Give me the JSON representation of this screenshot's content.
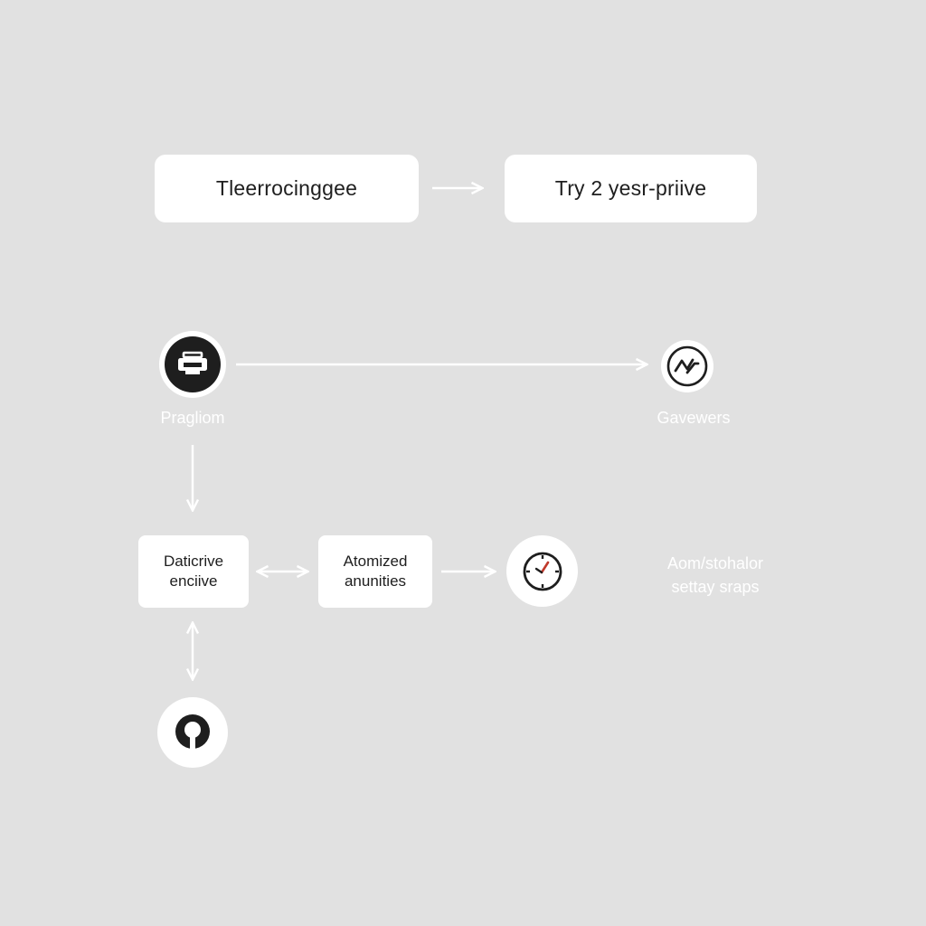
{
  "top_row": {
    "box_left": "Tleerrocinggee",
    "box_right": "Try 2 yesr-priive"
  },
  "nodes": {
    "source": {
      "icon": "printer-icon",
      "label": "Pragliom"
    },
    "target": {
      "icon": "wave-chart-icon",
      "label": "Gavewers"
    },
    "bottom": {
      "icon": "keyhole-icon"
    },
    "timer": {
      "icon": "timer-icon"
    }
  },
  "boxes": {
    "left": {
      "line1": "Daticrive",
      "line2": "enciive"
    },
    "middle": {
      "line1": "Atomized",
      "line2": "anunities"
    }
  },
  "side_label": {
    "line1": "Aom/stohalor",
    "line2": "settay sraps"
  },
  "colors": {
    "background": "#e1e1e1",
    "card": "#ffffff",
    "icon_dark": "#1e1e1e",
    "accent": "#c0392b"
  }
}
